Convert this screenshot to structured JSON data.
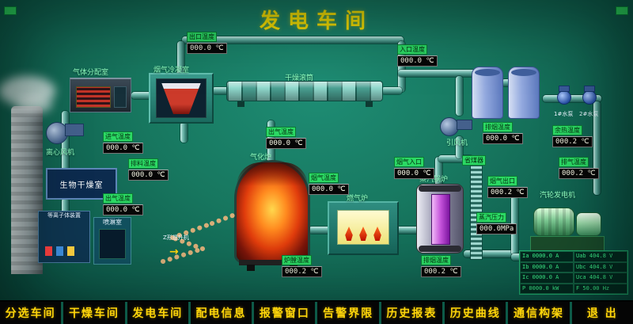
{
  "title": "发电车间",
  "equipment": {
    "gas_distribution": "气体分配室",
    "flue_condenser": "烟气冷凝室",
    "drying_drum": "干燥滚筒",
    "centrifugal_fan": "离心风机",
    "bio_drying_room": "生物干燥室",
    "plasma_device": "等离子体装置",
    "spray_room": "喷淋室",
    "gasifier": "气化炉",
    "z_elevator": "Z形提升机",
    "gas_furnace": "燃气炉",
    "steam_boiler": "蒸汽锅炉",
    "economizer": "省煤器",
    "induced_fan": "引风机",
    "turbine_generator": "汽轮发电机",
    "pump1": "1#水泵",
    "pump2": "2#水泵",
    "flow_arrow": "→"
  },
  "gauges": [
    {
      "label": "出口温度",
      "value": "000.0 ℃"
    },
    {
      "label": "入口温度",
      "value": "000.0 ℃"
    },
    {
      "label": "进气温度",
      "value": "000.0 ℃"
    },
    {
      "label": "排料温度",
      "value": "000.0 ℃"
    },
    {
      "label": "出气温度",
      "value": "000.0 ℃"
    },
    {
      "label": "出气温度",
      "value": "000.0 ℃"
    },
    {
      "label": "烟气温度",
      "value": "000.0 ℃"
    },
    {
      "label": "烟气入口",
      "value": "000.0 ℃"
    },
    {
      "label": "排烟温度",
      "value": "000.0 ℃"
    },
    {
      "label": "余热温度",
      "value": "000.2 ℃"
    },
    {
      "label": "排气温度",
      "value": "000.2 ℃"
    },
    {
      "label": "烟气出口",
      "value": "000.2 ℃"
    },
    {
      "label": "蒸汽压力",
      "value": "000.0MPa"
    },
    {
      "label": "炉膛温度",
      "value": "000.2 ℃"
    },
    {
      "label": "排烟温度",
      "value": "000.2 ℃"
    }
  ],
  "generator_panel": {
    "cells": [
      "Ia 0000.0 A",
      "Uab 404.8 V",
      "Ib 0000.0 A",
      "Ubc 404.8 V",
      "Ic 0000.0 A",
      "Uca 404.8 V",
      "P 0000.0 kW",
      "F 50.00 Hz"
    ]
  },
  "menu": {
    "items": [
      "分选车间",
      "干燥车间",
      "发电车间",
      "配电信息",
      "报警窗口",
      "告警界限",
      "历史报表",
      "历史曲线",
      "通信构架",
      "退 出"
    ]
  },
  "colors": {
    "background": "#17775f",
    "label_green": "#2bd964",
    "display_bg": "#060606",
    "menu_text": "#ffd60a",
    "title_yellow": "#ffe400"
  }
}
